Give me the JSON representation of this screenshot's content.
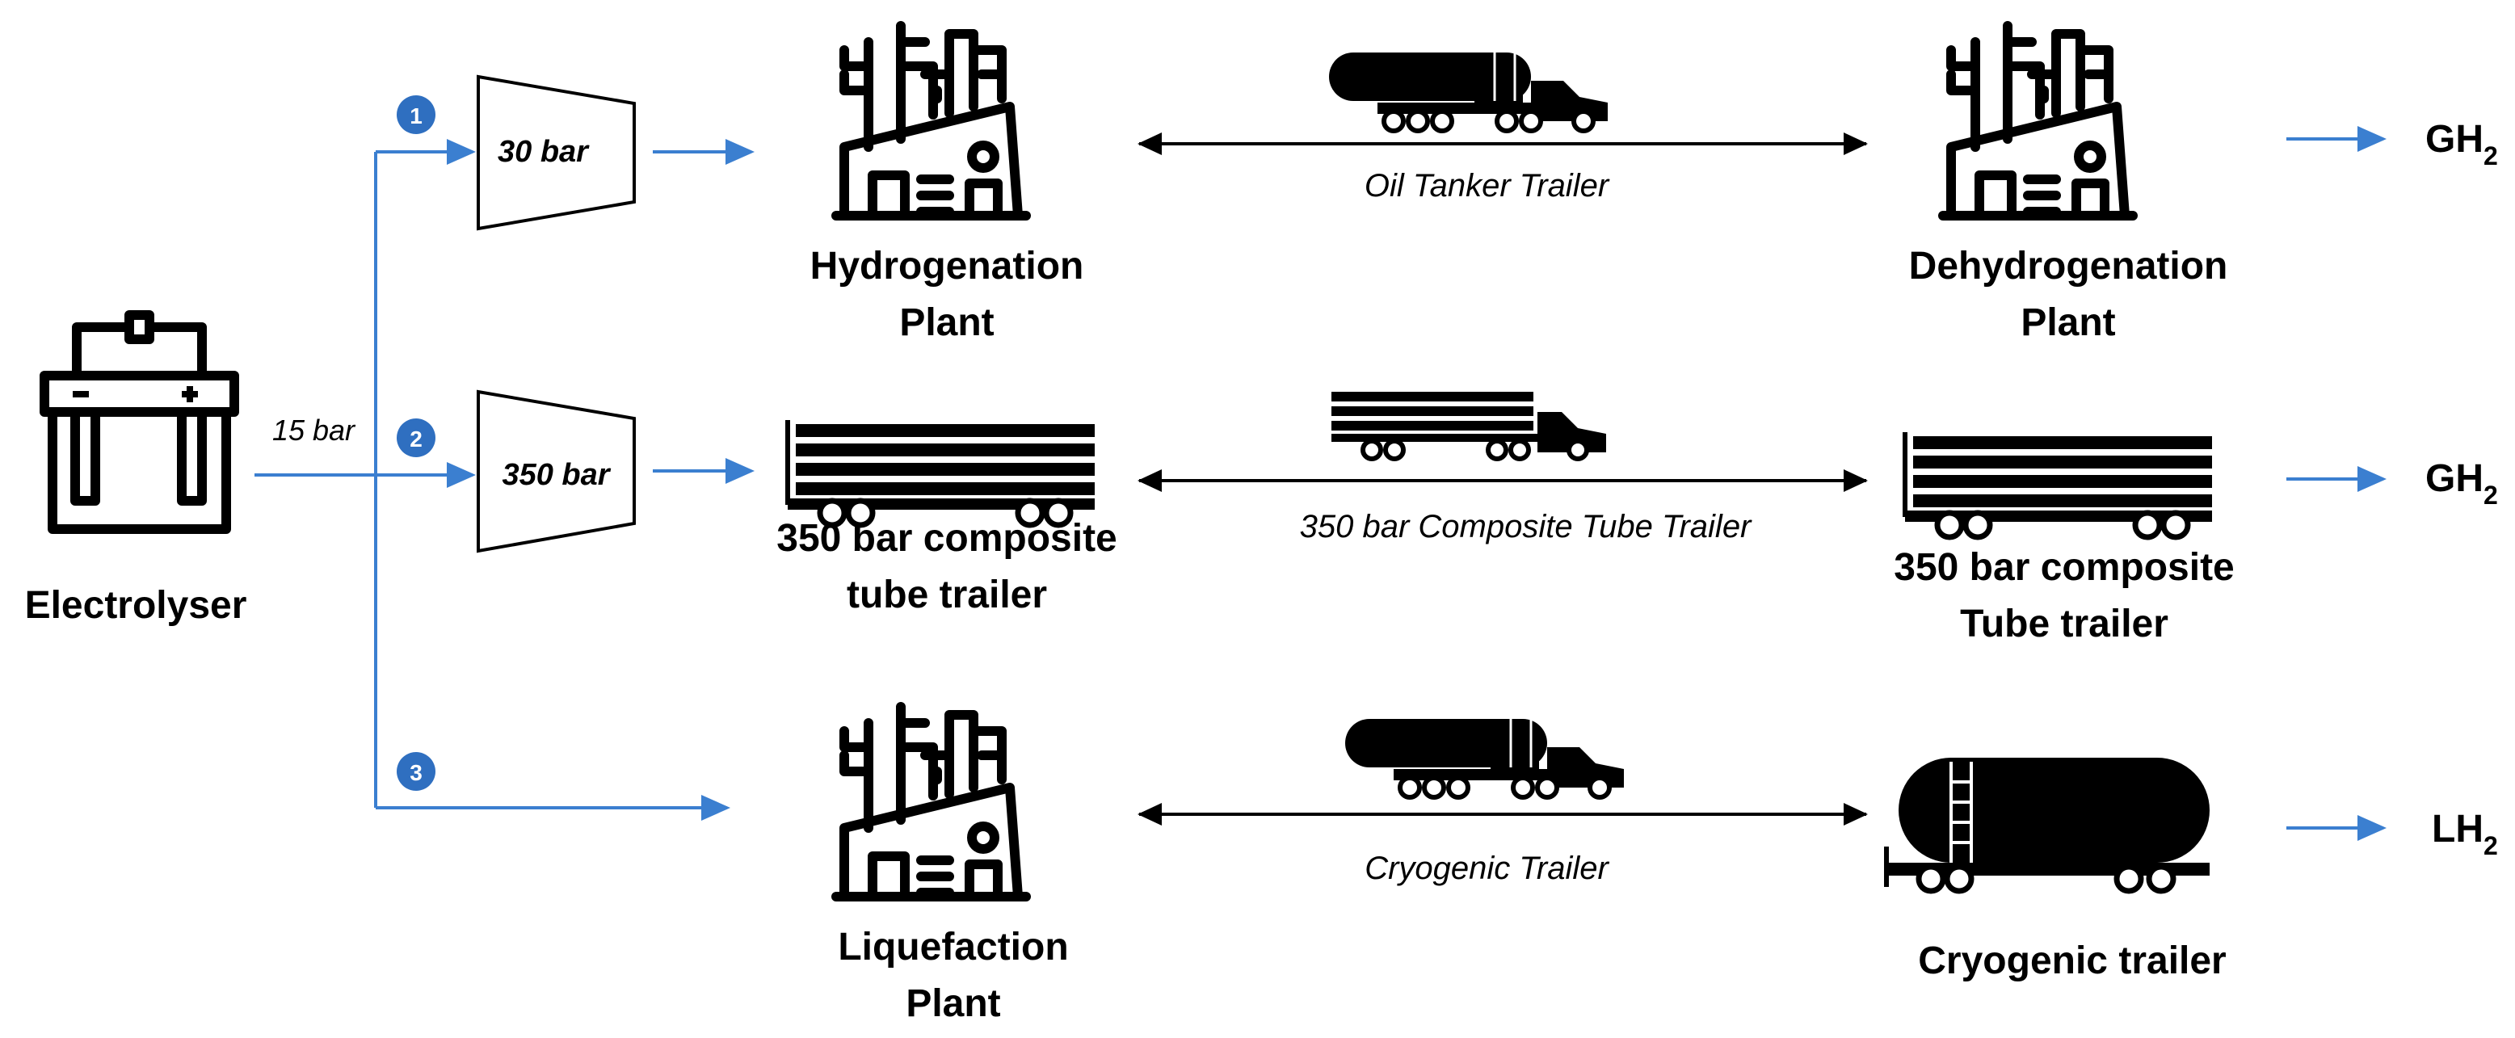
{
  "electrolyser": {
    "label": "Electrolyser",
    "pressure": "15 bar"
  },
  "routes": [
    {
      "number": "1",
      "compressor": "30 bar",
      "source_label": [
        "Hydrogenation",
        "Plant"
      ],
      "transport": "Oil Tanker Trailer",
      "dest_label": [
        "Dehydrogenation",
        "Plant"
      ],
      "product": "GH",
      "product_sub": "2"
    },
    {
      "number": "2",
      "compressor": "350 bar",
      "source_label": [
        "350 bar composite",
        "tube trailer"
      ],
      "transport": "350 bar Composite Tube Trailer",
      "dest_label": [
        "350 bar composite",
        "Tube trailer"
      ],
      "product": "GH",
      "product_sub": "2"
    },
    {
      "number": "3",
      "source_label": [
        "Liquefaction",
        "Plant"
      ],
      "transport": "Cryogenic Trailer",
      "dest_label": [
        "Cryogenic trailer"
      ],
      "product": "LH",
      "product_sub": "2"
    }
  ],
  "icons": {
    "electrolyser": "battery-icon",
    "plant": "factory-icon",
    "tube_trailer": "tube-trailer-icon",
    "tanker_truck": "tanker-truck-icon",
    "cryogenic_tank": "cryogenic-tank-trailer-icon"
  },
  "colors": {
    "flow_arrow": "#3b7fd0",
    "badge": "#2f6fc0",
    "transport_arrow": "#000000"
  }
}
